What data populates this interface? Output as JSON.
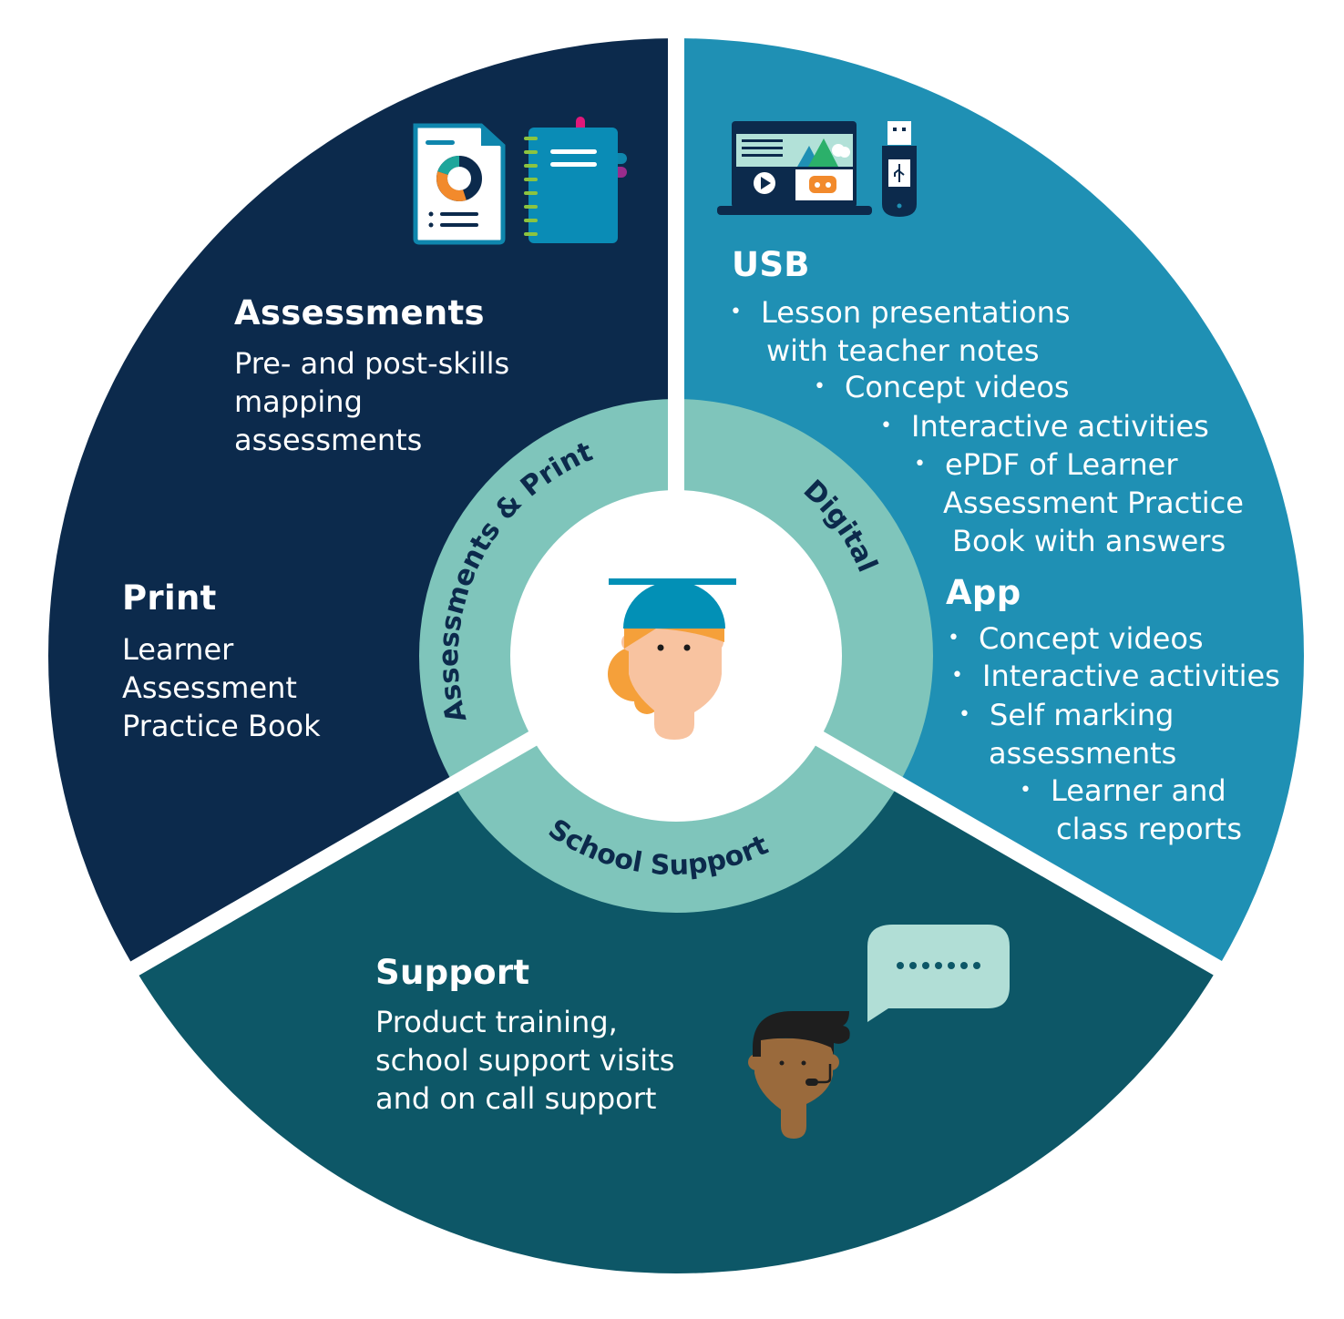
{
  "colors": {
    "assessments_print": "#0c2a4c",
    "digital": "#1f90b4",
    "school_support": "#0d5767",
    "ring": "#7fc5bb",
    "ring_text": "#0c2a4c",
    "center": "#ffffff"
  },
  "ring_labels": {
    "assessments_print": "Assessments & Print",
    "digital": "Digital",
    "school_support": "School Support"
  },
  "center": {
    "icon": "graduate-student-icon"
  },
  "assessments": {
    "icons": [
      "report-document-icon",
      "notebook-icon"
    ],
    "title": "Assessments",
    "lines": [
      "Pre- and post-skills",
      "mapping",
      "assessments"
    ]
  },
  "print": {
    "title": "Print",
    "lines": [
      "Learner",
      "Assessment",
      "Practice Book"
    ]
  },
  "usb": {
    "icons": [
      "laptop-media-icon",
      "usb-drive-icon"
    ],
    "title": "USB",
    "bullets": [
      [
        "Lesson presentations",
        "with teacher notes"
      ],
      [
        "Concept videos"
      ],
      [
        "Interactive activities"
      ],
      [
        "ePDF of Learner",
        "Assessment Practice",
        "Book with answers"
      ]
    ]
  },
  "app": {
    "title": "App",
    "bullets": [
      [
        "Concept videos"
      ],
      [
        "Interactive activities"
      ],
      [
        "Self marking",
        "assessments"
      ],
      [
        "Learner and",
        "class reports"
      ]
    ]
  },
  "support": {
    "icons": [
      "support-agent-icon",
      "speech-bubble-icon"
    ],
    "title": "Support",
    "lines": [
      "Product training,",
      "school support visits",
      "and on call support"
    ]
  }
}
